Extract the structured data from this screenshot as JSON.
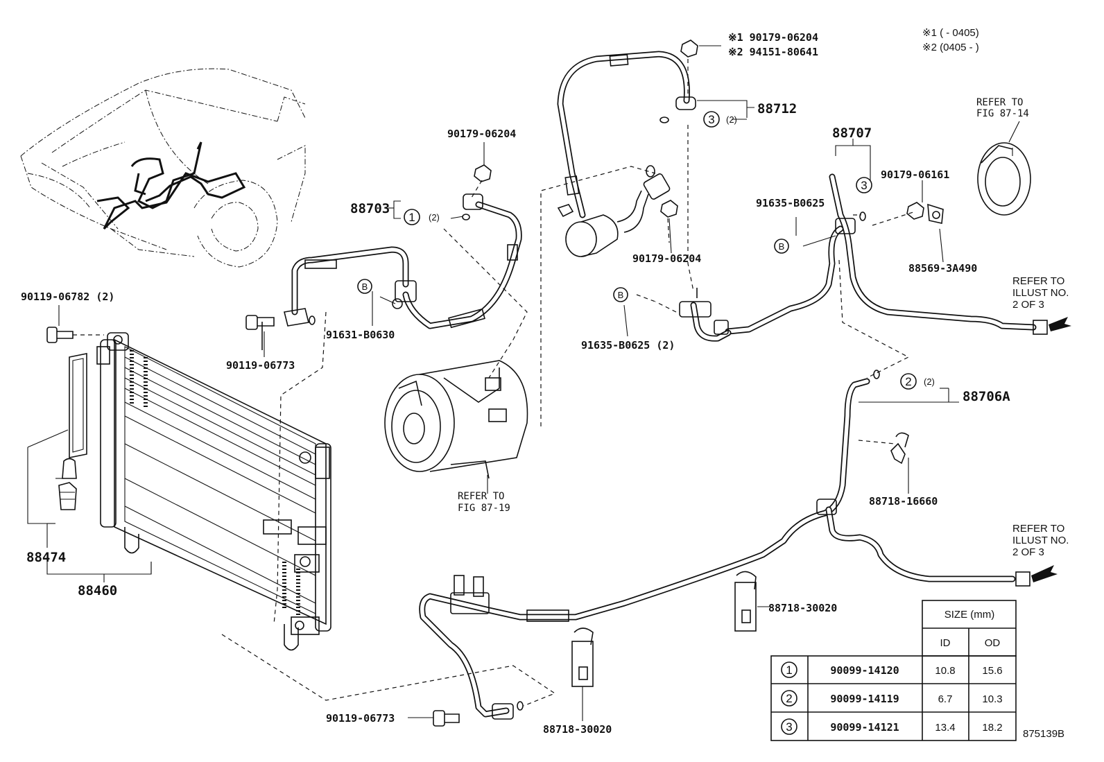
{
  "notes": {
    "legend_1": "※1 (     - 0405)",
    "legend_2": "※2 (0405 -     )",
    "nut_variant_1": "※1 90179-06204",
    "nut_variant_2": "※2 94151-80641"
  },
  "parts": {
    "p88712": "88712",
    "p88707": "88707",
    "p90179_06161": "90179-06161",
    "p91635_b0625_top": "91635-B0625",
    "p88569_3a490": "88569-3A490",
    "p90179_06204_center": "90179-06204",
    "p90179_06204_left": "90179-06204",
    "p88703": "88703",
    "p90119_06782": "90119-06782 (2)",
    "p90119_06773_upper": "90119-06773",
    "p91631_b0630": "91631-B0630",
    "p91635_b0625_2": "91635-B0625 (2)",
    "p88706a": "88706A",
    "p88718_16660": "88718-16660",
    "p88718_30020_right": "88718-30020",
    "p88718_30020_bottom": "88718-30020",
    "p90119_06773_bottom": "90119-06773",
    "p88474": "88474",
    "p88460": "88460"
  },
  "callouts": {
    "circle_1": "1",
    "circle_2": "2",
    "circle_3a": "3",
    "circle_3b": "3",
    "qty_1": "(2)",
    "qty_2": "(2)",
    "qty_3": "(2)",
    "b_marker_1": "B",
    "b_marker_2": "B",
    "b_marker_3": "B"
  },
  "references": {
    "fig_87_14_line1": "REFER TO",
    "fig_87_14_line2": "FIG 87-14",
    "fig_87_19_line1": "REFER TO",
    "fig_87_19_line2": "FIG 87-19",
    "illust_upper_line1": "REFER TO",
    "illust_upper_line2": "ILLUST NO.",
    "illust_upper_line3": "2 OF 3",
    "illust_lower_line1": "REFER TO",
    "illust_lower_line2": "ILLUST NO.",
    "illust_lower_line3": "2 OF 3"
  },
  "size_table": {
    "header": "SIZE (mm)",
    "col_id": "ID",
    "col_od": "OD",
    "rows": [
      {
        "key": "1",
        "part": "90099-14120",
        "id": "10.8",
        "od": "15.6"
      },
      {
        "key": "2",
        "part": "90099-14119",
        "id": "6.7",
        "od": "10.3"
      },
      {
        "key": "3",
        "part": "90099-14121",
        "id": "13.4",
        "od": "18.2"
      }
    ]
  },
  "drawing_number": "875139B"
}
